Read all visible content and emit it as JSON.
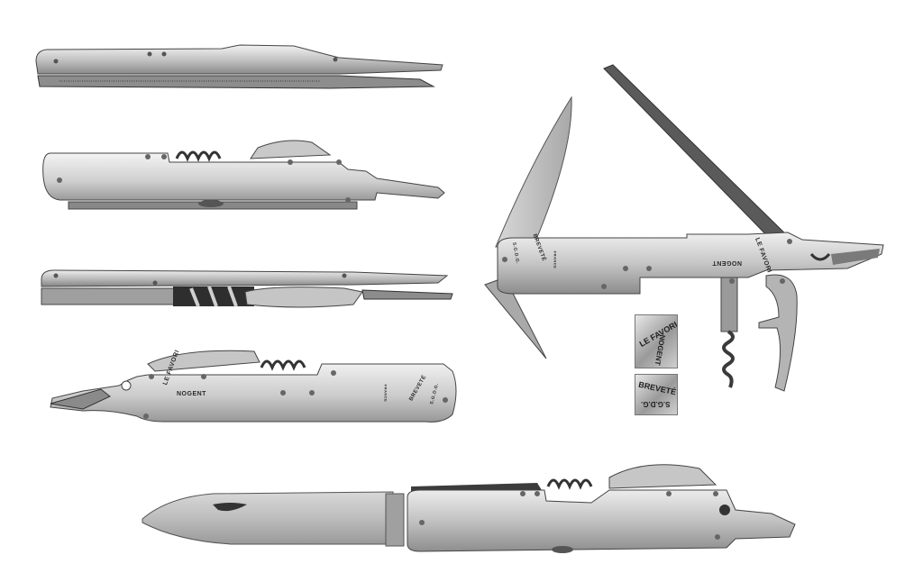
{
  "image": {
    "description": "Five vintage French corkscrew pocket knives photographed in grayscale on white background",
    "background": "#ffffff",
    "metal_light": "#e6e6e6",
    "metal_mid": "#b8b8b8",
    "metal_dark": "#5a5a5a"
  },
  "knives": [
    {
      "id": "knife-1",
      "view": "side profile, closed",
      "position": "top-left"
    },
    {
      "id": "knife-2",
      "view": "front, closed, corkscrew folded",
      "position": "left, second row"
    },
    {
      "id": "knife-3",
      "view": "side profile, closed with corkscrew",
      "position": "left, third row"
    },
    {
      "id": "knife-4",
      "view": "back, closed, engraved",
      "position": "left, fourth row",
      "engravings": {
        "maker": "LE FAVORI",
        "town": "NOGENT",
        "patent": "BREVETÉ",
        "patent_sub": "S.G.D.G.",
        "origin": "FRANCE"
      }
    },
    {
      "id": "knife-5",
      "view": "front, main blade open",
      "position": "bottom center"
    },
    {
      "id": "knife-6",
      "view": "fully open: blade, file, corkscrew, bottle lever",
      "position": "right",
      "engravings": {
        "maker": "LE FAVORI",
        "town": "NOGENT",
        "patent": "BREVETÉ",
        "patent_sub": "S.G.D.G.",
        "origin": "FRANCE"
      }
    }
  ],
  "detail_stamps": [
    {
      "id": "stamp-maker",
      "line1": "LE FAVORI",
      "line2": "NOGENT"
    },
    {
      "id": "stamp-patent",
      "line1": "BREVETÉ",
      "line2": "S.G.D.G."
    }
  ]
}
